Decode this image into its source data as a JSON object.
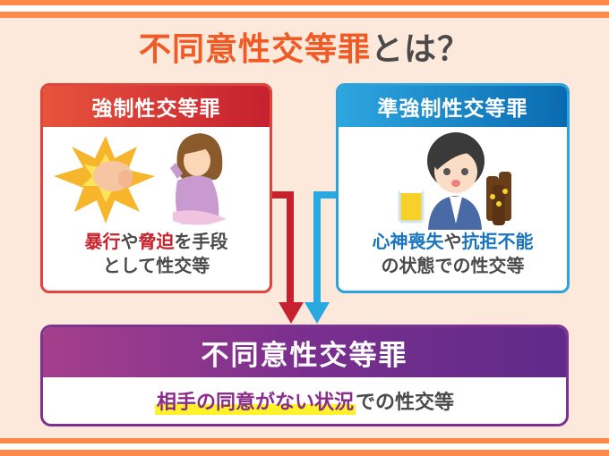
{
  "title": {
    "accent": "不同意性交等罪",
    "rest": "とは？"
  },
  "left_card": {
    "header": "強制性交等罪",
    "illustration": "woman-hit-by-fist",
    "line1_parts": [
      {
        "text": "暴行",
        "highlight": true
      },
      {
        "text": "や",
        "highlight": false
      },
      {
        "text": "脅迫",
        "highlight": true
      },
      {
        "text": "を手段",
        "highlight": false
      }
    ],
    "line2": "として性交等",
    "colors": {
      "header_start": "#e8533c",
      "header_end": "#c5212f",
      "highlight": "#c8232d"
    }
  },
  "right_card": {
    "header": "準強制性交等罪",
    "illustration": "drunk-person-with-beer",
    "line1_parts": [
      {
        "text": "心神喪失",
        "highlight": true
      },
      {
        "text": "や",
        "highlight": false
      },
      {
        "text": "抗拒不能",
        "highlight": true
      }
    ],
    "line2": "の状態での性交等",
    "colors": {
      "header_start": "#2da6e0",
      "header_end": "#0a6ab0",
      "highlight": "#1a75c0"
    }
  },
  "result": {
    "header": "不同意性交等罪",
    "body_highlight": "相手の同意がない状況",
    "body_rest": "での性交等",
    "colors": {
      "header_start": "#a53f8c",
      "header_end": "#5f2a8a",
      "marker": "#fff22a"
    }
  },
  "arrows": {
    "left_color": "#c5212f",
    "right_color": "#2aa8e0"
  }
}
